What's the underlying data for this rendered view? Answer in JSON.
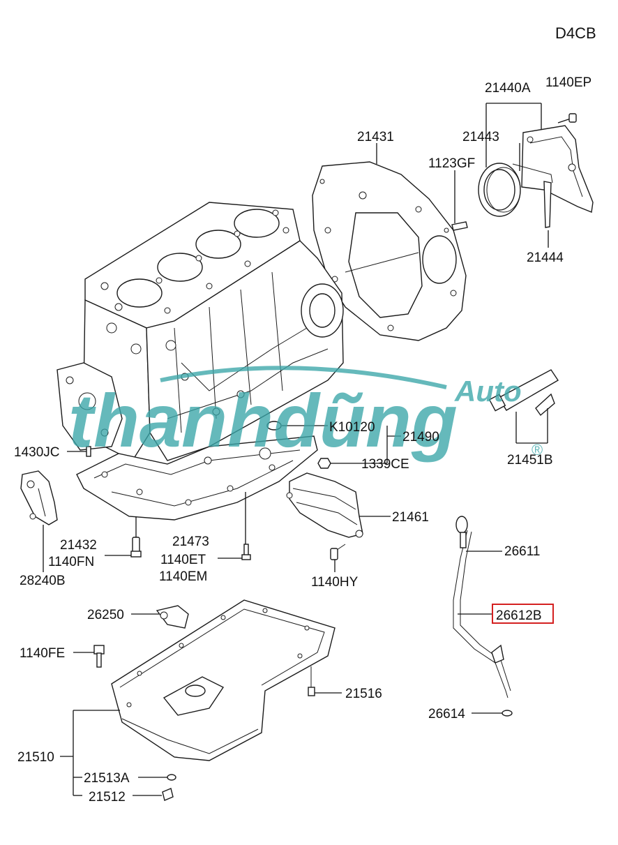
{
  "engine_code": "D4CB",
  "watermark": {
    "brand": "thanhdũng",
    "suffix": "Auto",
    "registered": "®",
    "color": "#3aa6a9"
  },
  "highlight_color": "#d42020",
  "labels": {
    "p21440A": "21440A",
    "p1140EP": "1140EP",
    "p21431": "21431",
    "p21443": "21443",
    "p1123GF": "1123GF",
    "p21444": "21444",
    "pK10120": "K10120",
    "p21490": "21490",
    "p1339CE": "1339CE",
    "p21451B": "21451B",
    "p1430JC": "1430JC",
    "p21461": "21461",
    "p21432": "21432",
    "p1140FN": "1140FN",
    "p28240B": "28240B",
    "p21473": "21473",
    "p1140ET": "1140ET",
    "p1140EM": "1140EM",
    "p1140HY": "1140HY",
    "p26611": "26611",
    "p26612B": "26612B",
    "p26250": "26250",
    "p1140FE": "1140FE",
    "p21516": "21516",
    "p26614": "26614",
    "p21510": "21510",
    "p21513A": "21513A",
    "p21512": "21512"
  },
  "highlighted_part": "26612B"
}
